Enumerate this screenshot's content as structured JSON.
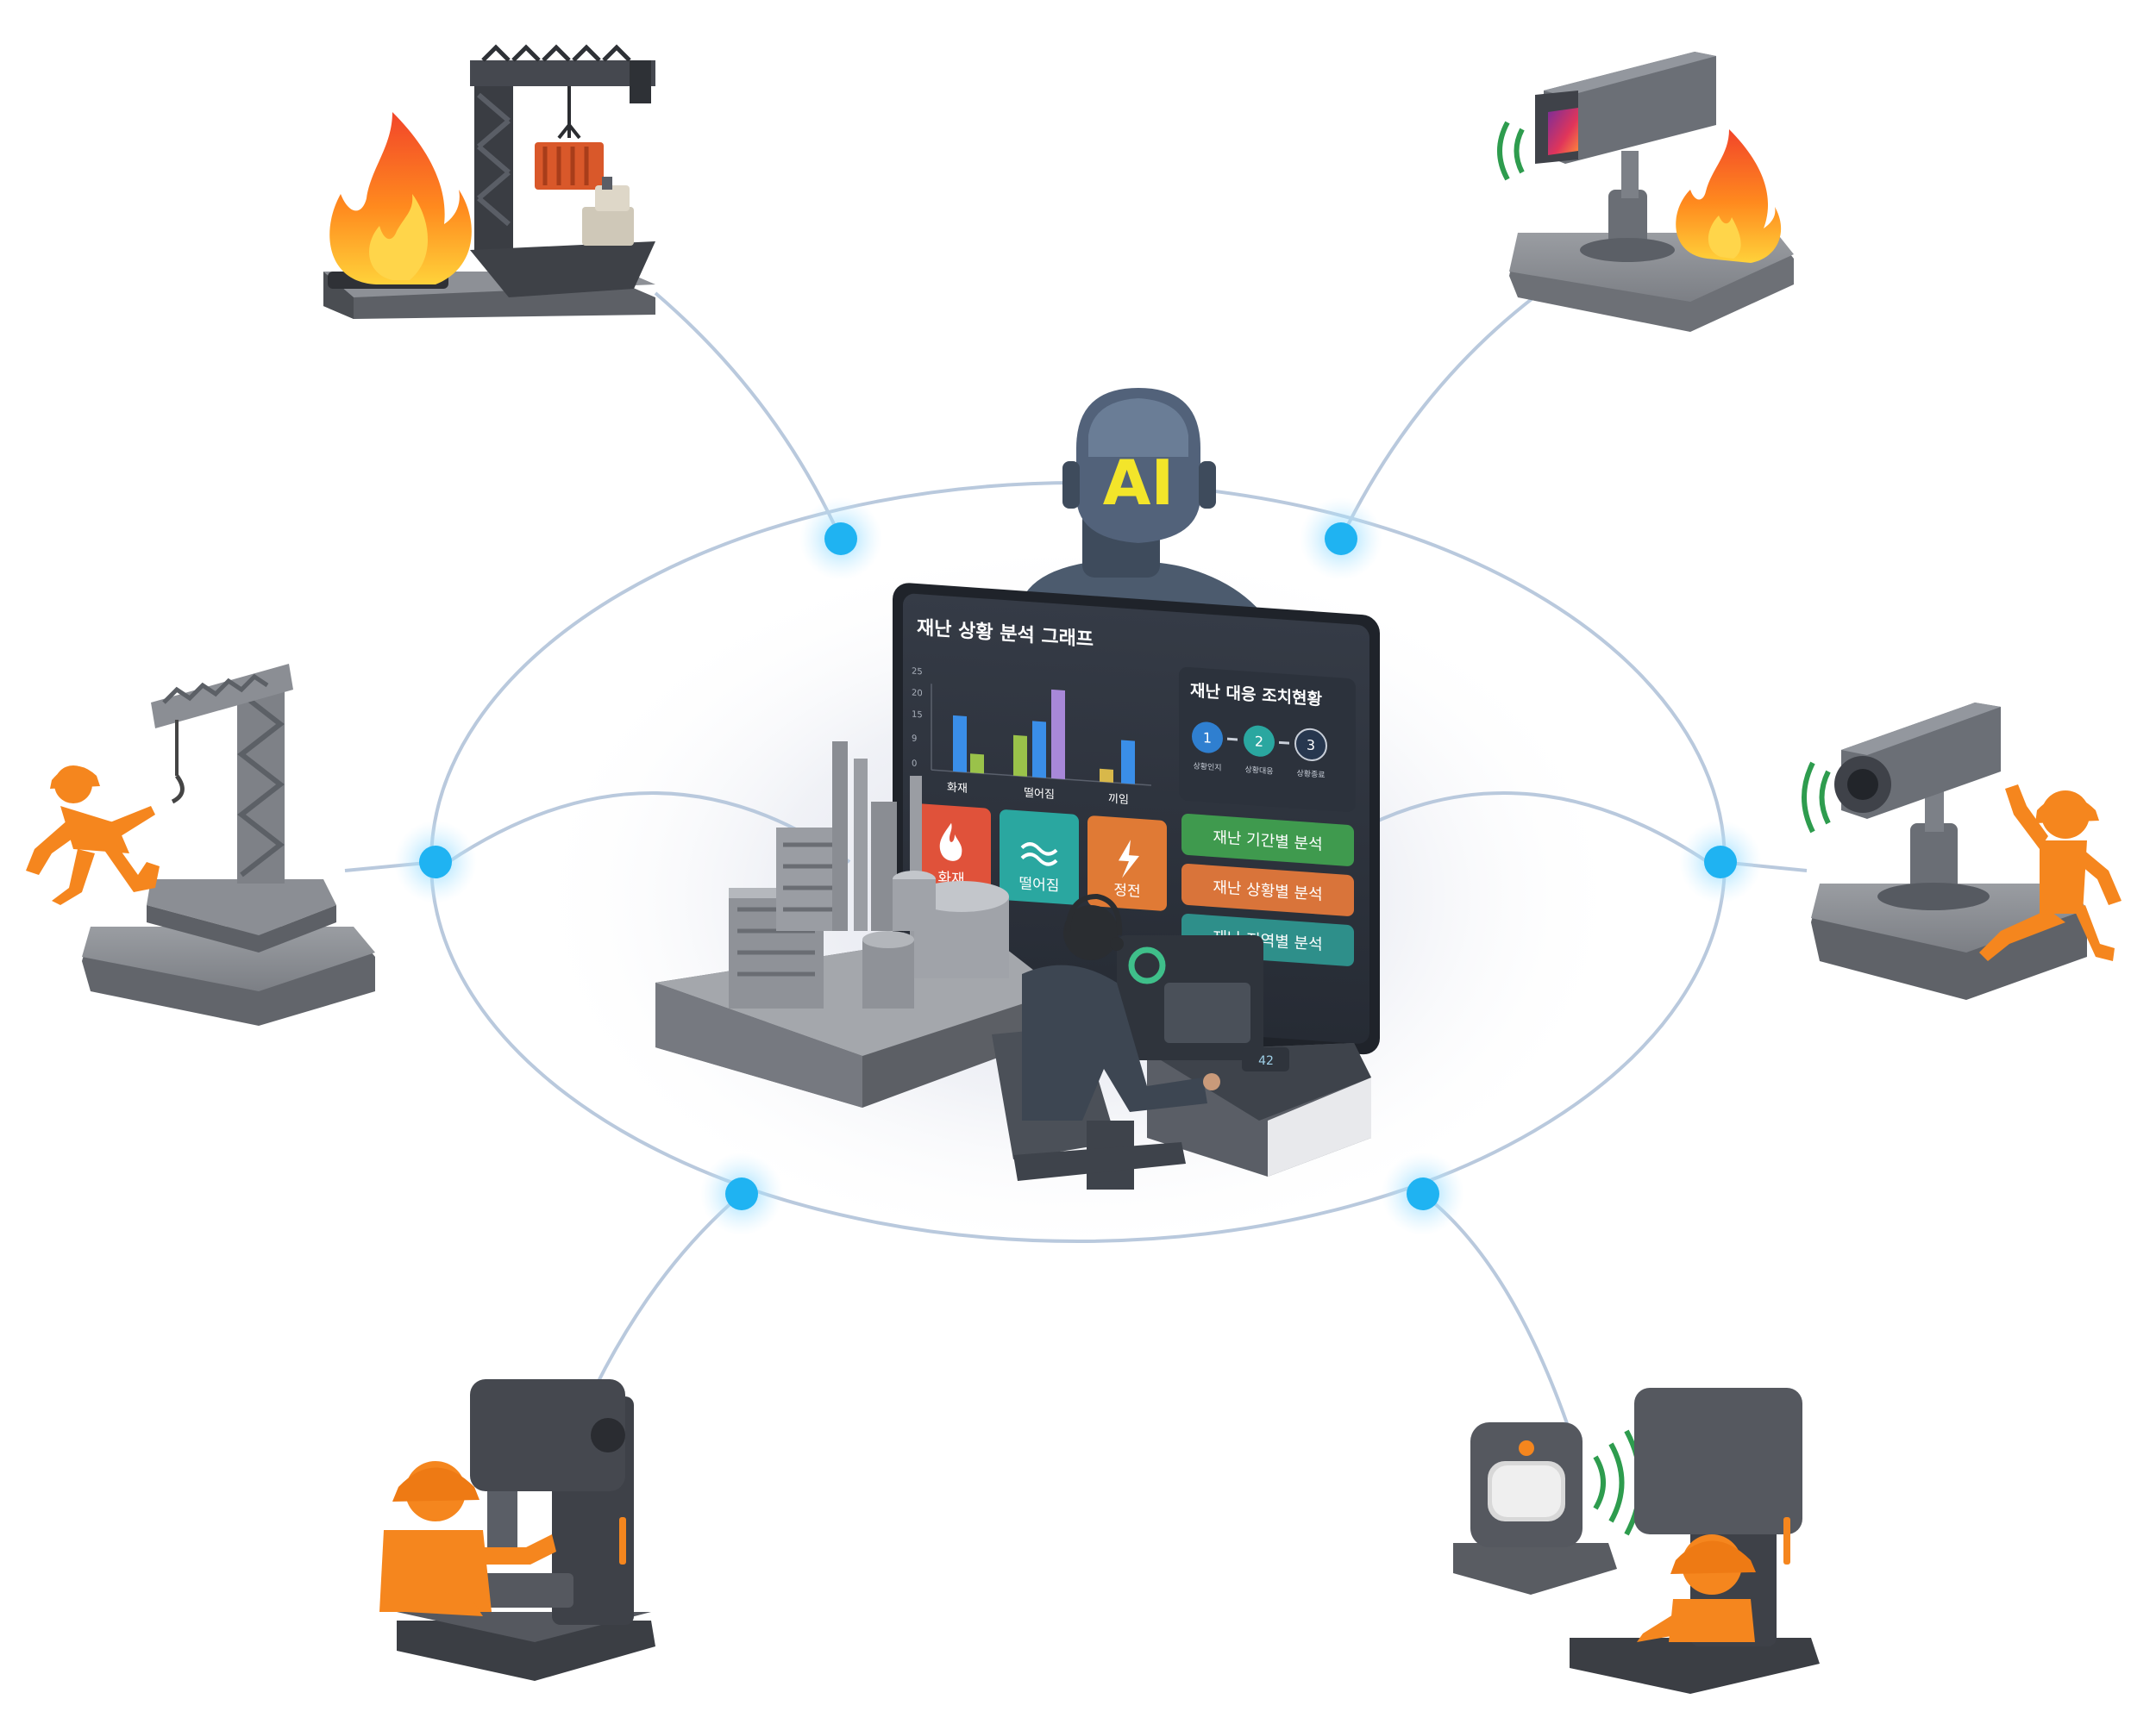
{
  "ai_head": {
    "label": "AI"
  },
  "monitor": {
    "chart_title": "재난 상황 분석 그래프",
    "y_ticks": [
      "25",
      "20",
      "15",
      "9",
      "0"
    ],
    "categories": [
      "화재",
      "떨어짐",
      "끼임"
    ],
    "tiles": [
      "화재",
      "떨어짐",
      "정전"
    ],
    "status_title": "재난 대응 조치현황",
    "steps": [
      {
        "num": "1",
        "label": "상황인지"
      },
      {
        "num": "2",
        "label": "상황대응"
      },
      {
        "num": "3",
        "label": "상황종료"
      }
    ],
    "buttons": [
      "재난 기간별 분석",
      "재난 상황별 분석",
      "재난 지역별 분석"
    ],
    "small_value": "42"
  },
  "colors": {
    "fire_tile": "#e0523a",
    "water_tile": "#2aa7a0",
    "power_tile": "#e07a35",
    "button_green": "#3f9a4e",
    "button_orange": "#d9743a",
    "button_teal": "#2e8f8a",
    "node": "#1fb3f2",
    "network_line": "#b9c9dd",
    "worker_orange": "#f5861e"
  },
  "icons": [
    "crane-fire-icon",
    "cctv-fire-icon",
    "tower-crane-fall-icon",
    "cctv-fall-icon",
    "press-machine-worker-icon",
    "motion-sensor-press-icon",
    "chemical-plant-icon",
    "operator-console-icon"
  ]
}
